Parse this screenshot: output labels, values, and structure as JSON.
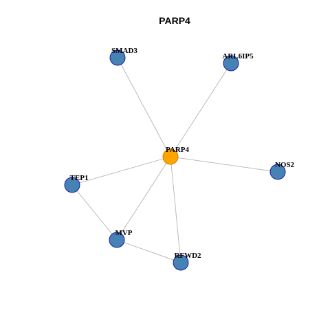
{
  "title": "PARP4",
  "colors": {
    "background": "#ffffff",
    "edge": "#b3b3b3",
    "node_fill": "#4682b4",
    "node_stroke": "#1a1aa6",
    "center_fill": "#ffa500",
    "center_stroke": "#cc7a00",
    "label": "#000000"
  },
  "nodes": [
    {
      "id": "PARP4",
      "label": "PARP4",
      "center": true
    },
    {
      "id": "SMAD3",
      "label": "SMAD3",
      "center": false
    },
    {
      "id": "ARL6IP5",
      "label": "ARL6IP5",
      "center": false
    },
    {
      "id": "NOS2",
      "label": "NOS2",
      "center": false
    },
    {
      "id": "TEP1",
      "label": "TEP1",
      "center": false
    },
    {
      "id": "MVP",
      "label": "MVP",
      "center": false
    },
    {
      "id": "RFWD2",
      "label": "RFWD2",
      "center": false
    }
  ],
  "edges": [
    {
      "source": "PARP4",
      "target": "SMAD3"
    },
    {
      "source": "PARP4",
      "target": "ARL6IP5"
    },
    {
      "source": "PARP4",
      "target": "NOS2"
    },
    {
      "source": "PARP4",
      "target": "TEP1"
    },
    {
      "source": "PARP4",
      "target": "MVP"
    },
    {
      "source": "PARP4",
      "target": "RFWD2"
    },
    {
      "source": "TEP1",
      "target": "MVP"
    },
    {
      "source": "MVP",
      "target": "RFWD2"
    }
  ]
}
